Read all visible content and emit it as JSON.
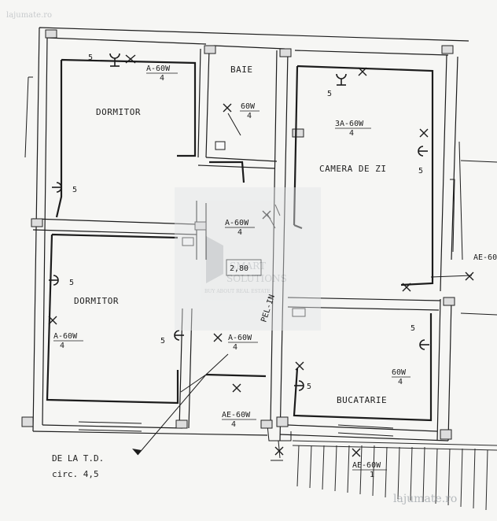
{
  "watermark_top": "lajumate.ro",
  "watermark_bottom": "lajumate.ro",
  "center_watermark": {
    "line1": "SMART",
    "line2": "SOLUTIONS",
    "tagline": "BUY ABOUT REAL ESTATE"
  },
  "rooms": {
    "dormitor_top": "DORMITOR",
    "baie": "BAIE",
    "camera": "CAMERA DE ZI",
    "dormitor_bottom": "DORMITOR",
    "bucatarie": "BUCATARIE"
  },
  "lamps": [
    {
      "id": "dormitor-top",
      "rating": "A-60W",
      "count": "4"
    },
    {
      "id": "baie",
      "rating": "60W",
      "count": "4"
    },
    {
      "id": "camera",
      "rating": "3A-60W",
      "count": "4"
    },
    {
      "id": "hol",
      "rating": "A-60W",
      "count": "4"
    },
    {
      "id": "dormitor-bottom",
      "rating": "A-60W",
      "count": "4"
    },
    {
      "id": "hol-bottom",
      "rating": "A-60W",
      "count": "4"
    },
    {
      "id": "hol-entry",
      "rating": "AE-60W",
      "count": "4"
    },
    {
      "id": "bucatarie",
      "rating": "60W",
      "count": "4"
    },
    {
      "id": "exterior",
      "rating": "AE-60W",
      "count": "1"
    },
    {
      "id": "edge",
      "rating": "AE-60",
      "count": ""
    }
  ],
  "socket_number": "5",
  "height_marker": "2,80",
  "riser_label": "PEL-IN",
  "feed_note": {
    "line1": "DE LA T.D.",
    "line2": "circ. 4,5"
  }
}
